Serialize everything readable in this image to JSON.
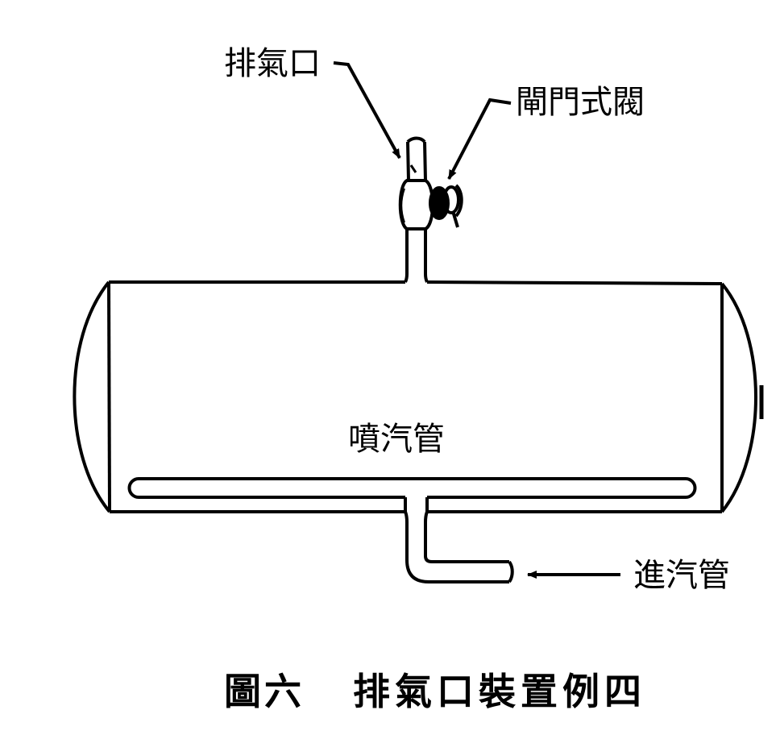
{
  "labels": {
    "vent": "排氣口",
    "gate_valve": "閘門式閥",
    "spray_pipe": "噴汽管",
    "inlet_pipe": "進汽管"
  },
  "caption": {
    "figure_no": "圖六",
    "title": "排氣口裝置例四"
  },
  "colors": {
    "line": "#000000",
    "background": "#ffffff"
  }
}
